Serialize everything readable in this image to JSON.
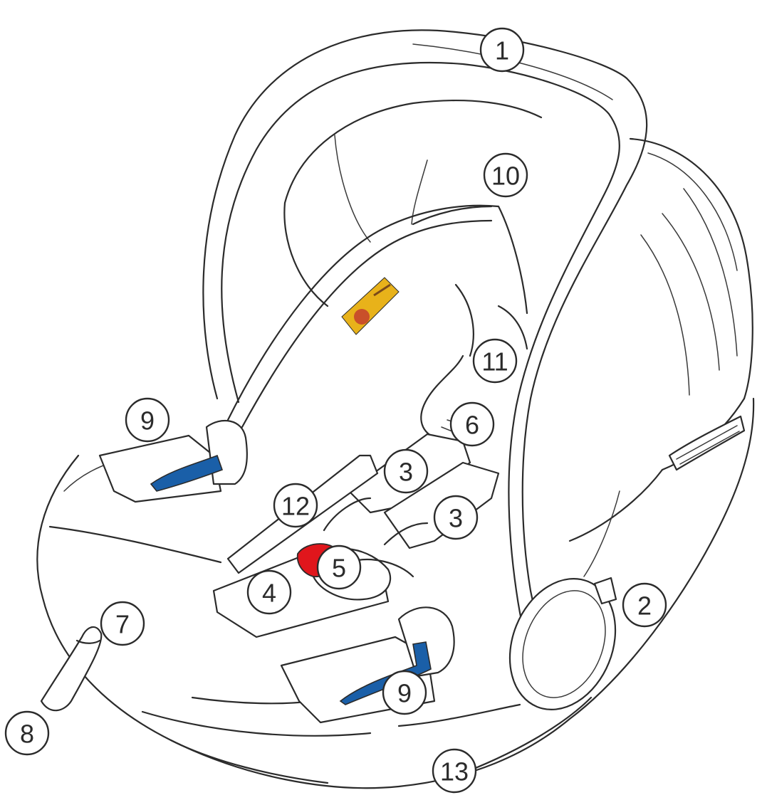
{
  "colors": {
    "line": "#2b2b2b",
    "blue_clip": "#1a5fa8",
    "red_button": "#e0161c",
    "label_yellow": "#e8b21a",
    "label_red": "#c9502a"
  },
  "callouts": [
    {
      "id": "c1",
      "label": "1"
    },
    {
      "id": "c2",
      "label": "2"
    },
    {
      "id": "c3a",
      "label": "3"
    },
    {
      "id": "c3b",
      "label": "3"
    },
    {
      "id": "c4",
      "label": "4"
    },
    {
      "id": "c5",
      "label": "5"
    },
    {
      "id": "c6",
      "label": "6"
    },
    {
      "id": "c7",
      "label": "7"
    },
    {
      "id": "c8",
      "label": "8"
    },
    {
      "id": "c9a",
      "label": "9"
    },
    {
      "id": "c9b",
      "label": "9"
    },
    {
      "id": "c10",
      "label": "10"
    },
    {
      "id": "c11",
      "label": "11"
    },
    {
      "id": "c12",
      "label": "12"
    },
    {
      "id": "c13",
      "label": "13"
    }
  ]
}
